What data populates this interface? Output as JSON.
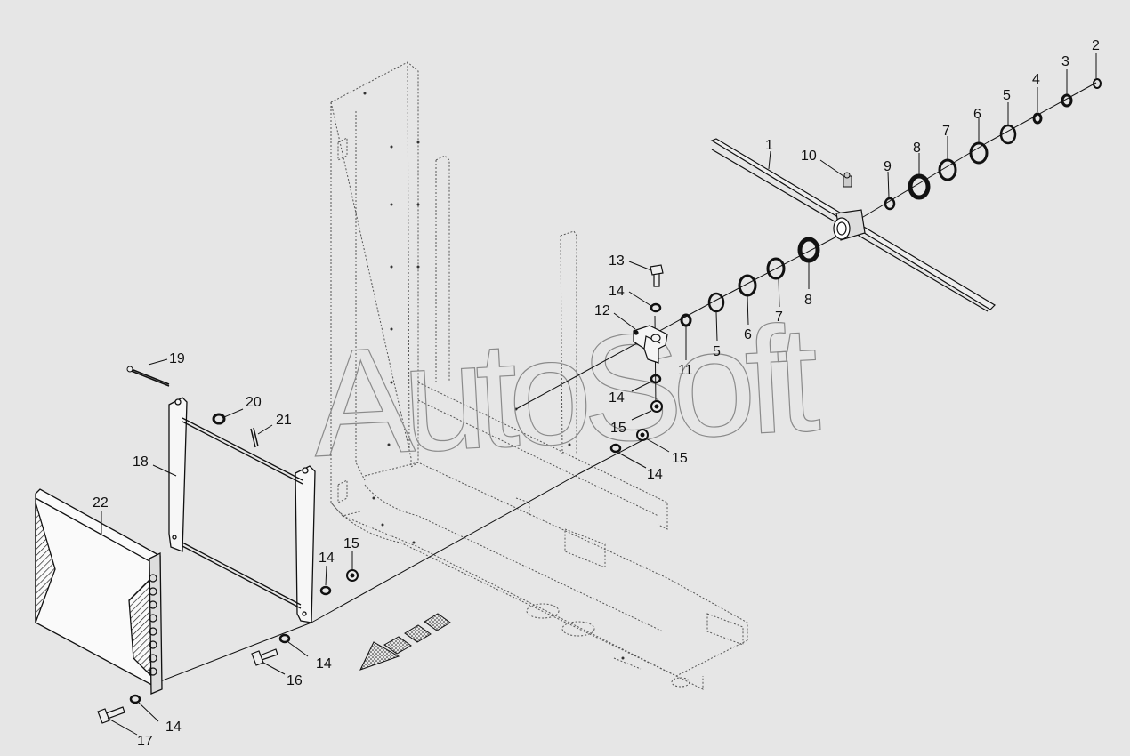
{
  "watermark": "AutoSoft",
  "callouts": {
    "c1": "1",
    "c2": "2",
    "c3": "3",
    "c4": "4",
    "c5a": "5",
    "c6a": "6",
    "c7a": "7",
    "c8a": "8",
    "c9": "9",
    "c10": "10",
    "c11": "11",
    "c12": "12",
    "c13": "13",
    "c14a": "14",
    "c14b": "14",
    "c14c": "14",
    "c14d": "14",
    "c14e": "14",
    "c14f": "14",
    "c5b": "5",
    "c6b": "6",
    "c7b": "7",
    "c8b": "8",
    "c15a": "15",
    "c15b": "15",
    "c15c": "15",
    "c16": "16",
    "c17": "17",
    "c18": "18",
    "c19": "19",
    "c20": "20",
    "c21": "21",
    "c22": "22"
  },
  "colors": {
    "background": "#e6e6e6",
    "line": "#111111",
    "ghost": "#555555",
    "watermark": "#8a8a8a"
  }
}
